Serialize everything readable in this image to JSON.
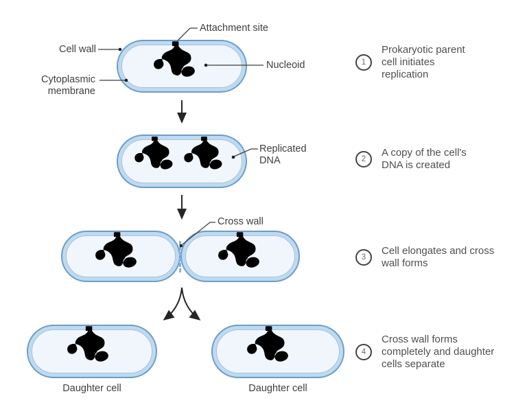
{
  "colors": {
    "cell_outline": "#6b9dca",
    "cell_wall": "#bfdaee",
    "cell_inner_line": "#a3c4e2",
    "cell_interior": "#f0f6fc",
    "dna_blue": "#4a70b2",
    "dna_pink": "#cd4a9c",
    "attachment": "#c18c3f",
    "label_text": "#3e3e3e",
    "connector": "#3f3f3f",
    "arrow": "#262626",
    "cross_wall_dash": "#85b3d9",
    "step_circle": "#414141",
    "step_number": "#6b6b6b",
    "step_text": "#4f4f4f"
  },
  "diagram_labels": {
    "attachment_site": "Attachment site",
    "cell_wall": "Cell wall",
    "cytoplasmic_membrane": "Cytoplasmic\nmembrane",
    "nucleoid": "Nucleoid",
    "replicated_dna": "Replicated\nDNA",
    "cross_wall": "Cross wall",
    "daughter_cell_left": "Daughter cell",
    "daughter_cell_right": "Daughter cell"
  },
  "steps": [
    {
      "number": "1",
      "text": "Prokaryotic parent\ncell initiates\nreplication"
    },
    {
      "number": "2",
      "text": "A copy of the cell's\nDNA is created"
    },
    {
      "number": "3",
      "text": "Cell elongates and cross\nwall forms"
    },
    {
      "number": "4",
      "text": "Cross wall forms\ncompletely and daughter\ncells separate"
    }
  ]
}
